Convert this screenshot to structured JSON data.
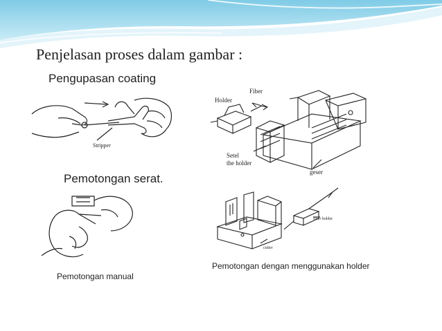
{
  "slide": {
    "title": "Penjelasan  proses dalam  gambar :",
    "section_coating": "Pengupasan coating",
    "section_cutting": "Pemotongan serat.",
    "caption_manual": "Pemotongan manual",
    "caption_holder": "Pemotongan dengan menggunakan holder"
  },
  "labels": {
    "stripper": "Stripper",
    "fiber": "Fiber",
    "holder": "Holder",
    "setel_line1": "Setel",
    "setel_line2": "the holder",
    "geser": "geser",
    "fiber_holder": "fiber holder",
    "cutter": "cutter"
  },
  "colors": {
    "banner_light": "#d6eef7",
    "banner_mid": "#8fd0e8",
    "banner_dark": "#4fb3d8"
  }
}
